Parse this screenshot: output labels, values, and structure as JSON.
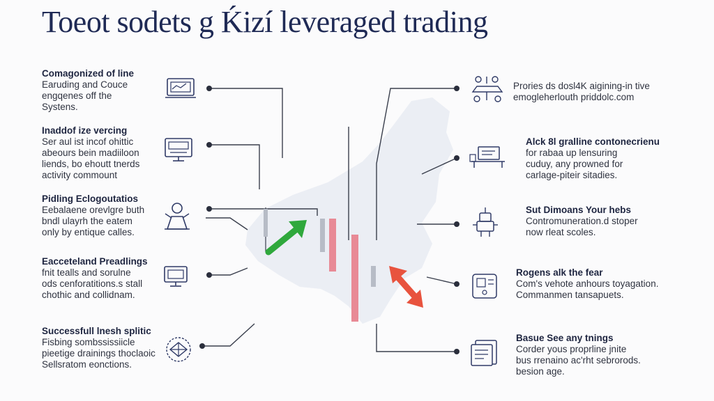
{
  "title": "Toeot sodets g Ḱizí leveraged trading",
  "left": [
    {
      "heading": "Comagonized of line",
      "lines": [
        "Earuding and Couce",
        "engqenes off the",
        "Systens."
      ],
      "icon": "laptop-icon"
    },
    {
      "heading": "Inaddof ize vercing",
      "lines": [
        "Ser aul ist incof ohittic",
        "abeours bein madiiloon",
        "liends, bo ehoutt tnerds",
        "activity commount"
      ],
      "icon": "monitor-icon"
    },
    {
      "heading": "Pidling Eclogoutatios",
      "lines": [
        "Eebalaene orevlgre buth",
        "bndl ulayrh the eatem",
        "only by entique calles."
      ],
      "icon": "trader-icon"
    },
    {
      "heading": "Eacceteland Preadlings",
      "lines": [
        "fnit tealls and sorulne",
        "ods cenforatitions.s stall",
        "chothic and collidnam."
      ],
      "icon": "computer-icon"
    },
    {
      "heading": "Successfull lnesh splitic",
      "lines": [
        "Fisbing sombssissiicle",
        "pieetige drainings thoclaoic",
        "Sellsratom eonctions."
      ],
      "icon": "network-icon"
    }
  ],
  "right": [
    {
      "heading": "",
      "lines": [
        "Prories ds dosl4K aigining-in tive",
        "emogleherlouth priddolc.com"
      ],
      "icon": "scale-icon"
    },
    {
      "heading": "Alck 8l gralline contonecrienu",
      "lines": [
        "for rabaa up lensuring",
        "cuduy, any prowned for",
        "carlage-piteir sitadies."
      ],
      "icon": "desk-icon"
    },
    {
      "heading": "Sut Dimoans Your hebs",
      "lines": [
        "Contromuneration.d stoper",
        "now rleat scoles."
      ],
      "icon": "robot-icon"
    },
    {
      "heading": "Rogens alk the fear",
      "lines": [
        "Com's vehote anhours toyagation.",
        "Commanmen tansapuets."
      ],
      "icon": "phone-icon"
    },
    {
      "heading": "Basue See any tnings",
      "lines": [
        "Corder yous proprline jnite",
        "bus rrenaino ac'rht sebrorods.",
        "besion age."
      ],
      "icon": "document-icon"
    }
  ],
  "colors": {
    "up": "#2fa83c",
    "down": "#e8533e",
    "candle_red": "#e88a96",
    "candle_gray": "#b7bcc6",
    "title": "#1f2a55"
  }
}
